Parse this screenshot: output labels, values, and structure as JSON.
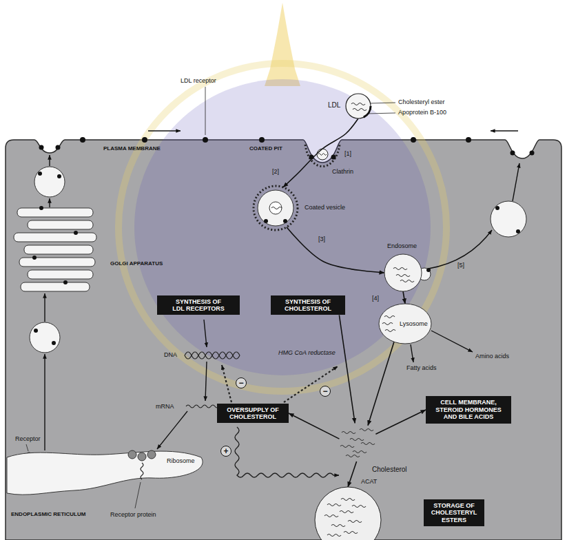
{
  "diagram": {
    "nodes": [
      {
        "text": [
          "LDL"
        ]
      },
      {
        "text": [
          "Coated vesicle"
        ]
      },
      {
        "text": [
          "Endosome"
        ]
      },
      {
        "text": [
          "Lysosome"
        ]
      },
      {
        "text": [
          "SYNTHESIS OF LDL RECEPTORS"
        ]
      },
      {
        "text": [
          "SYNTHESIS OF CHOLESTEROL"
        ]
      },
      {
        "text": [
          "OVERSUPPLY OF CHOLESTEROL"
        ]
      },
      {
        "text": [
          "CELL MEMBRANE, STEROID HORMONES AND BILE ACIDS"
        ]
      },
      {
        "text": [
          "STORAGE OF CHOLESTERYL ESTERS"
        ]
      },
      {
        "text": [
          "Cholesterol"
        ]
      }
    ],
    "edges": [
      {
        "from": 0,
        "to": 1,
        "arrow": "to"
      },
      {
        "from": 1,
        "to": 2,
        "arrow": "to"
      },
      {
        "from": 2,
        "to": 3,
        "arrow": "to"
      },
      {
        "from": 3,
        "to": 9,
        "arrow": "to"
      },
      {
        "from": 5,
        "to": 9,
        "arrow": "to"
      },
      {
        "from": 9,
        "to": 7,
        "arrow": "to"
      },
      {
        "from": 9,
        "to": 6,
        "arrow": "to"
      },
      {
        "from": 9,
        "to": 8,
        "arrow": "to"
      }
    ],
    "labels": [
      "Cholesteryl ester",
      "Apoprotein B-100",
      "LDL receptor",
      "PLASMA MEMBRANE",
      "COATED PIT",
      "[1]",
      "Clathrin",
      "[2]",
      "[3]",
      "[4]",
      "[5]",
      "GOLGI APPARATUS",
      "Amino acids",
      "Fatty acids",
      "DNA",
      "HMG CoA reductase",
      "mRNA",
      "−",
      "−",
      "+",
      "ACAT",
      "Receptor",
      "Ribosome",
      "Receptor protein",
      "ENDOPLASMIC RETICULUM"
    ]
  }
}
